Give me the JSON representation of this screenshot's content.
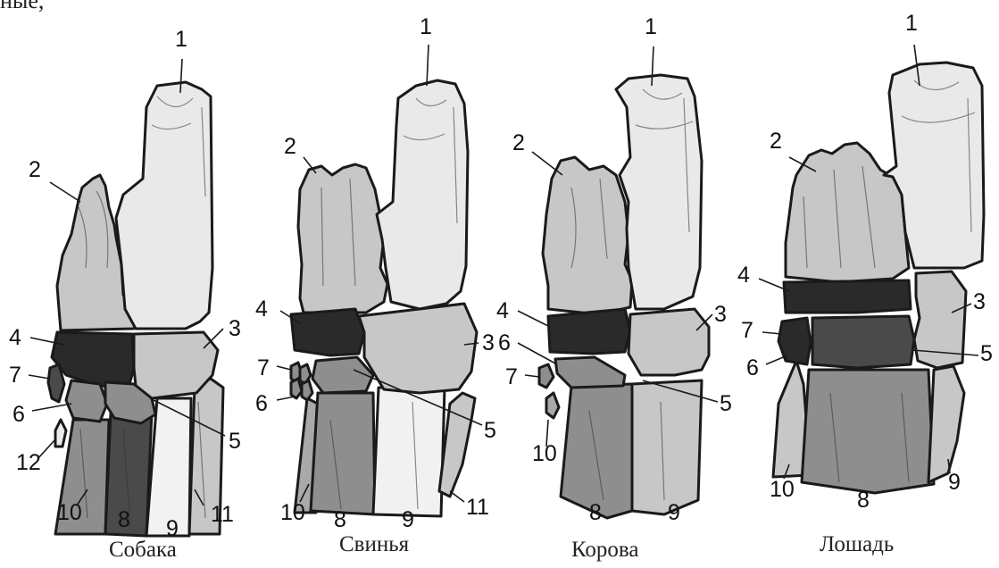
{
  "top_fragment": "ные,",
  "species": [
    {
      "name": "Собака",
      "labels": [
        "1",
        "2",
        "3",
        "4",
        "5",
        "6",
        "7",
        "8",
        "9",
        "10",
        "11",
        "12"
      ]
    },
    {
      "name": "Свинья",
      "labels": [
        "1",
        "2",
        "3",
        "4",
        "5",
        "6",
        "7",
        "8",
        "9",
        "10",
        "11"
      ]
    },
    {
      "name": "Корова",
      "labels": [
        "1",
        "2",
        "3",
        "4",
        "5",
        "6",
        "7",
        "8",
        "9",
        "10"
      ]
    },
    {
      "name": "Лошадь",
      "labels": [
        "1",
        "2",
        "3",
        "4",
        "5",
        "6",
        "7",
        "8",
        "9",
        "10"
      ]
    }
  ],
  "colors": {
    "light": "#e9e9e9",
    "mid": "#c7c7c7",
    "midDark": "#a9a9a9",
    "dark": "#8e8e8e",
    "vdark": "#2a2a2a",
    "dark2": "#4a4a4a"
  }
}
